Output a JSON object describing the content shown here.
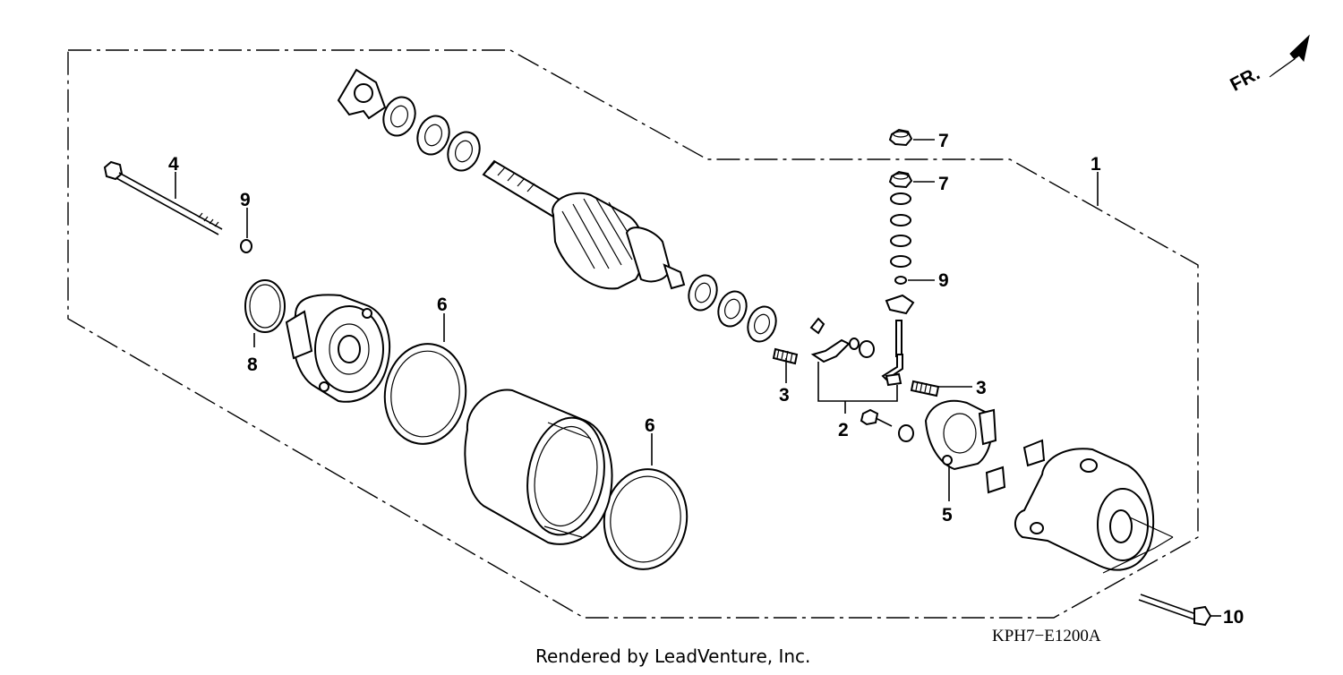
{
  "diagram": {
    "direction_label": "FR.",
    "drawing_code": "KPH7−E1200A",
    "credit": "Rendered by LeadVenture, Inc.",
    "callouts": [
      {
        "id": "c1",
        "text": "1"
      },
      {
        "id": "c2",
        "text": "2"
      },
      {
        "id": "c3a",
        "text": "3"
      },
      {
        "id": "c3b",
        "text": "3"
      },
      {
        "id": "c4",
        "text": "4"
      },
      {
        "id": "c5",
        "text": "5"
      },
      {
        "id": "c6a",
        "text": "6"
      },
      {
        "id": "c6b",
        "text": "6"
      },
      {
        "id": "c7a",
        "text": "7"
      },
      {
        "id": "c7b",
        "text": "7"
      },
      {
        "id": "c8",
        "text": "8"
      },
      {
        "id": "c9a",
        "text": "9"
      },
      {
        "id": "c9b",
        "text": "9"
      },
      {
        "id": "c10",
        "text": "10"
      }
    ]
  }
}
